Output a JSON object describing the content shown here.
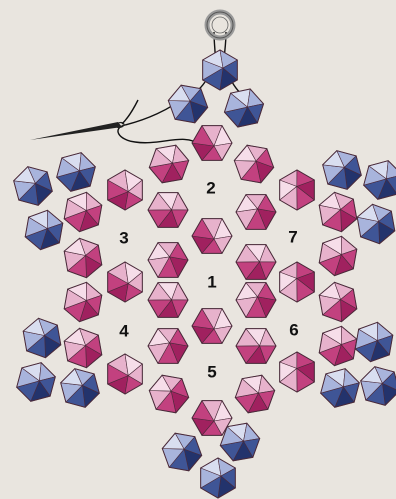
{
  "diagram": {
    "kind": "beading-pattern",
    "colors": {
      "background": "#e9e5df",
      "pink_dark": "#a0215f",
      "pink_mid": "#c2417f",
      "pink_light": "#e7b2cc",
      "pink_pale": "#f6dde9",
      "blue_dark": "#23336c",
      "blue_mid": "#3f5596",
      "blue_light": "#a8b4dc",
      "blue_pale": "#d9def0",
      "outline": "#4a2a3a",
      "thread": "#111111",
      "ring": "#9a9a9a"
    },
    "labels": [
      "1",
      "2",
      "3",
      "4",
      "5",
      "6",
      "7"
    ],
    "icons": [
      "jump-ring-icon",
      "needle-icon",
      "thread-icon",
      "crystal-bead-icon"
    ]
  }
}
